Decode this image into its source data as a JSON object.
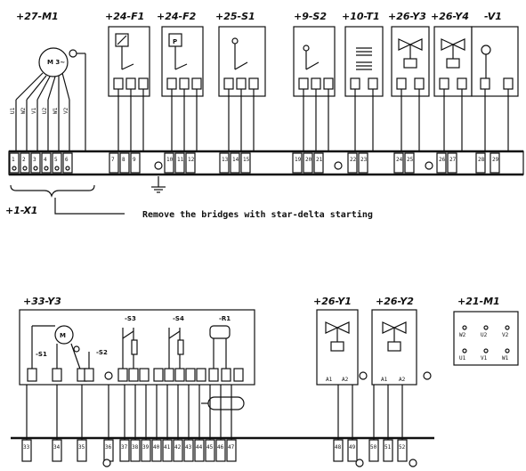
{
  "top": {
    "motor_label": "+27-M1",
    "motor_symbol": "M 3~",
    "motor_wires": [
      "U1",
      "W2",
      "V1",
      "U2",
      "W1",
      "V2"
    ],
    "devices": [
      "+24-F1",
      "+24-F2",
      "+25-S1",
      "+9-S2",
      "+10-T1",
      "+26-Y3",
      "+26-Y4",
      "-V1"
    ],
    "strip_label": "+1-X1",
    "terminal_numbers": [
      "1",
      "2",
      "3",
      "4",
      "5",
      "6",
      "7",
      "8",
      "9",
      "10",
      "11",
      "12",
      "13",
      "14",
      "15",
      "19",
      "20",
      "21",
      "22",
      "23",
      "24",
      "25",
      "26",
      "27",
      "28",
      "29"
    ],
    "note": "Remove the bridges with star-delta starting"
  },
  "bottom": {
    "unit_label": "+33-Y3",
    "motor_symbol": "M",
    "sub_labels": [
      "-S3",
      "-S4",
      "-R1",
      "-S1",
      "-S2"
    ],
    "valve_labels": [
      "+26-Y1",
      "+26-Y2"
    ],
    "coil_terminals": [
      "A1",
      "A2"
    ],
    "connbox_label": "+21-M1",
    "connbox_top": [
      "W2",
      "U2",
      "V2"
    ],
    "connbox_bottom": [
      "U1",
      "V1",
      "W1"
    ],
    "strip_numbers": [
      "33",
      "34",
      "35",
      "36",
      "37",
      "38",
      "39",
      "40",
      "41",
      "42",
      "43",
      "44",
      "45",
      "46",
      "47",
      "48",
      "49",
      "50",
      "51",
      "52"
    ]
  }
}
